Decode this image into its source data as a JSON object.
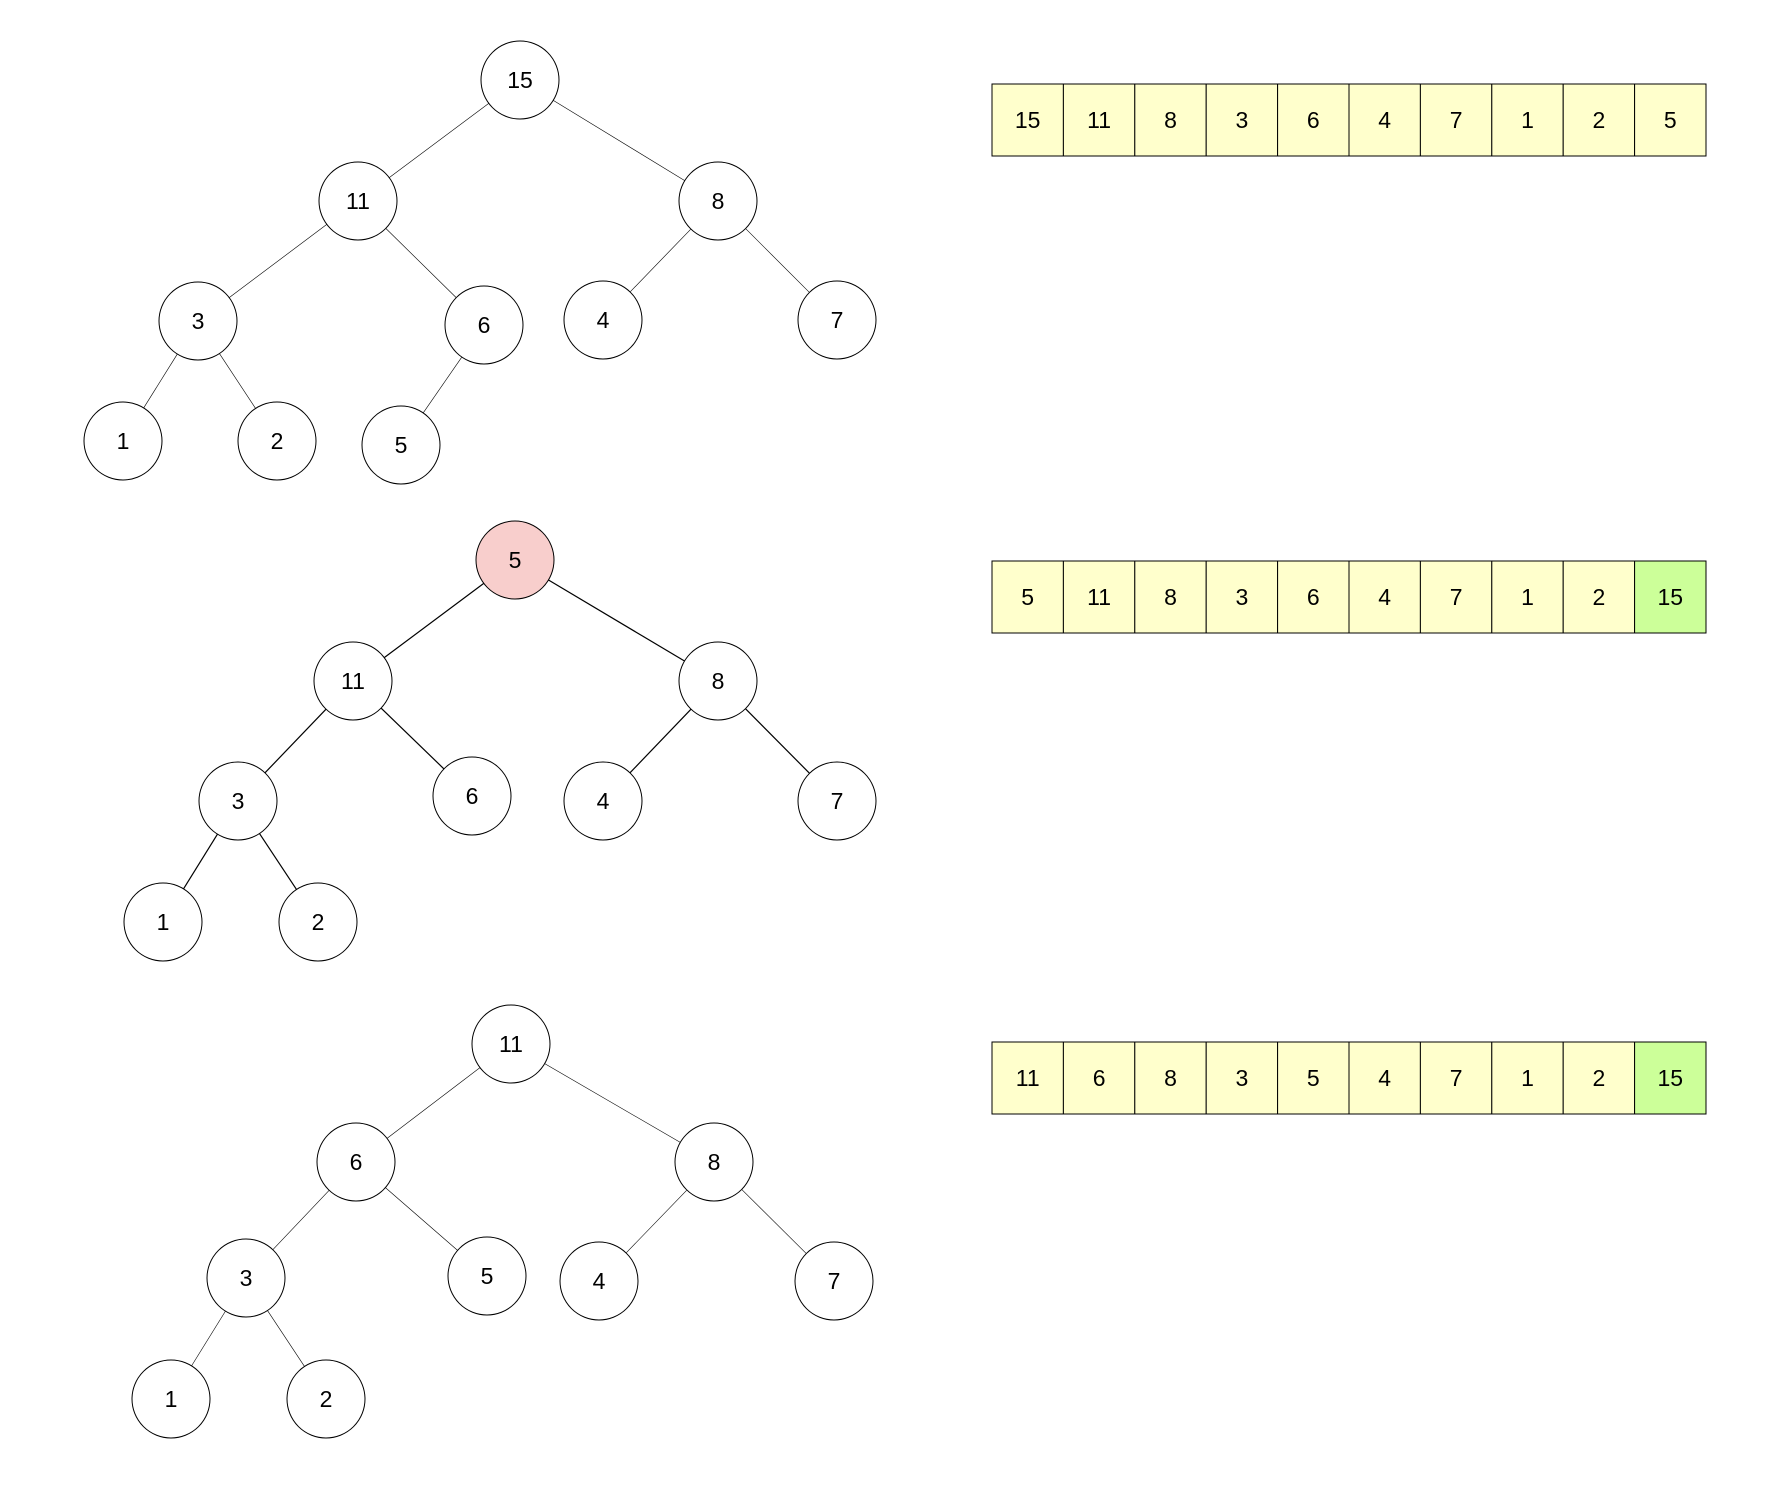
{
  "colors": {
    "cell_default": "#ffffcc",
    "cell_sorted": "#ccff99",
    "node_default": "#ffffff",
    "node_highlight": "#f8cecc"
  },
  "steps": [
    {
      "tree": {
        "nodes": [
          "15",
          "11",
          "8",
          "3",
          "6",
          "4",
          "7",
          "1",
          "2",
          "5"
        ],
        "highlight": []
      },
      "array": {
        "cells": [
          "15",
          "11",
          "8",
          "3",
          "6",
          "4",
          "7",
          "1",
          "2",
          "5"
        ],
        "sorted": []
      }
    },
    {
      "tree": {
        "nodes": [
          "5",
          "11",
          "8",
          "3",
          "6",
          "4",
          "7",
          "1",
          "2"
        ],
        "highlight": [
          0
        ]
      },
      "array": {
        "cells": [
          "5",
          "11",
          "8",
          "3",
          "6",
          "4",
          "7",
          "1",
          "2",
          "15"
        ],
        "sorted": [
          9
        ]
      }
    },
    {
      "tree": {
        "nodes": [
          "11",
          "6",
          "8",
          "3",
          "5",
          "4",
          "7",
          "1",
          "2"
        ],
        "highlight": []
      },
      "array": {
        "cells": [
          "11",
          "6",
          "8",
          "3",
          "5",
          "4",
          "7",
          "1",
          "2",
          "15"
        ],
        "sorted": [
          9
        ]
      }
    }
  ]
}
